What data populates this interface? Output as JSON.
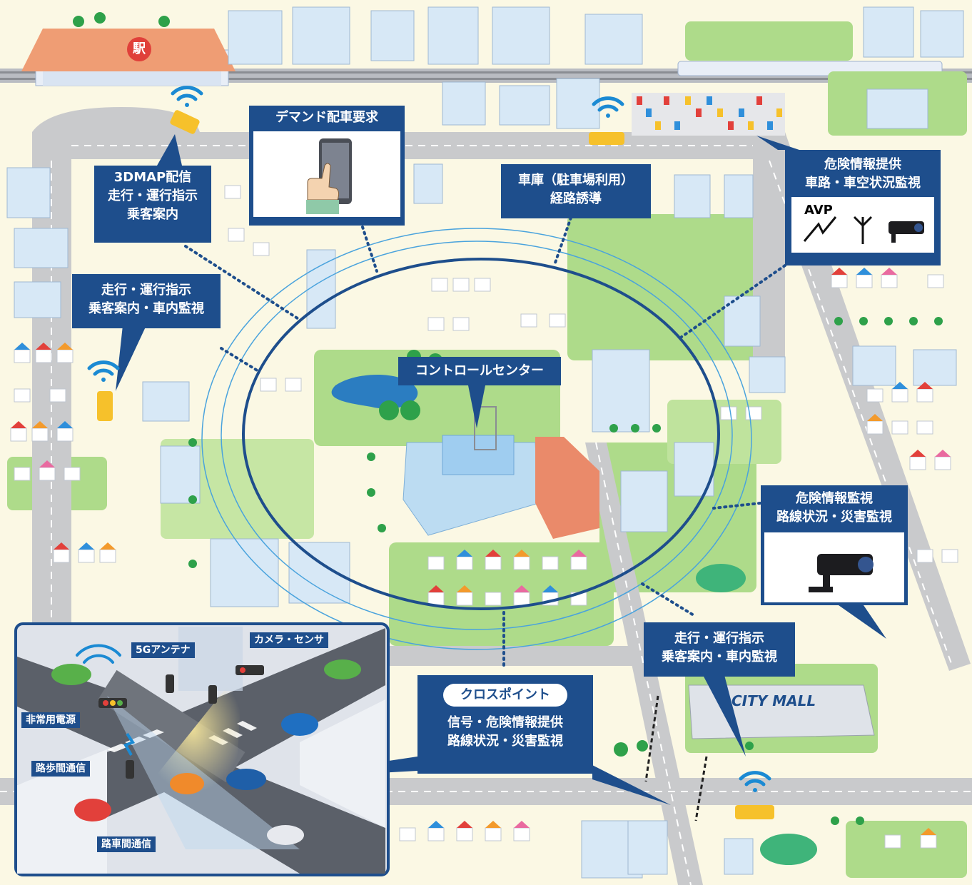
{
  "station": {
    "sign": "駅"
  },
  "mall": {
    "name": "CITY MALL"
  },
  "labels": {
    "demand": "デマンド配車要求",
    "map3d": [
      "3DMAP配信",
      "走行・運行指示",
      "乗客案内"
    ],
    "garage": [
      "車庫（駐車場利用）",
      "経路誘導"
    ],
    "hazard_top": [
      "危険情報提供",
      "車路・車空状況監視"
    ],
    "avp": "AVP",
    "left_bus": [
      "走行・運行指示",
      "乗客案内・車内監視"
    ],
    "control_center": "コントロールセンター",
    "hazard_right": [
      "危険情報監視",
      "路線状況・災害監視"
    ],
    "bottom_right_bus": [
      "走行・運行指示",
      "乗客案内・車内監視"
    ],
    "crosspoint_title": "クロスポイント",
    "crosspoint_lines": [
      "信号・危険情報提供",
      "路線状況・災害監視"
    ]
  },
  "inset": {
    "antenna": "5Gアンテナ",
    "camera": "カメラ・センサ",
    "power": "非常用電源",
    "r2p": "路歩間通信",
    "r2v": "路車間通信"
  },
  "icons": [
    "wifi-icon",
    "smartphone-icon",
    "camera-icon",
    "lightning-icon",
    "antenna-icon",
    "traffic-light-icon",
    "bus-icon",
    "car-icon"
  ],
  "colors": {
    "navy": "#1e4e8c",
    "road": "#c9cacc",
    "grass": "#aedb8a",
    "ground": "#fbf8e4",
    "ring": "#2f6fb8"
  }
}
